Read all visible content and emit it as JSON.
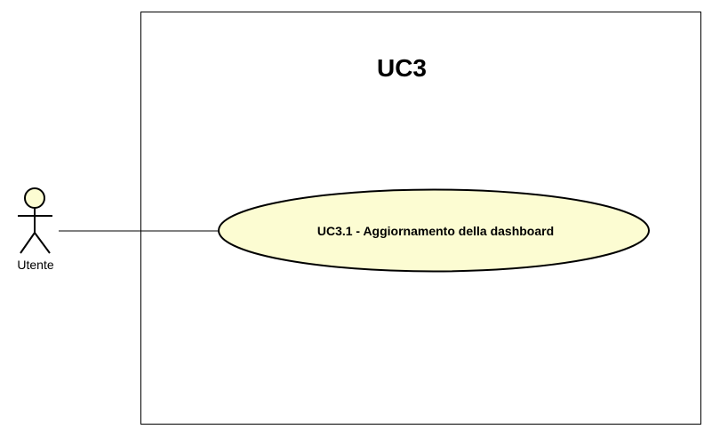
{
  "system": {
    "title": "UC3"
  },
  "actor": {
    "label": "Utente"
  },
  "use_cases": [
    {
      "label": "UC3.1 - Aggiornamento della dashboard"
    }
  ],
  "colors": {
    "use_case_fill": "#fcfcd2",
    "actor_head_fill": "#fcfcd2",
    "stroke": "#000000",
    "background": "#ffffff"
  }
}
